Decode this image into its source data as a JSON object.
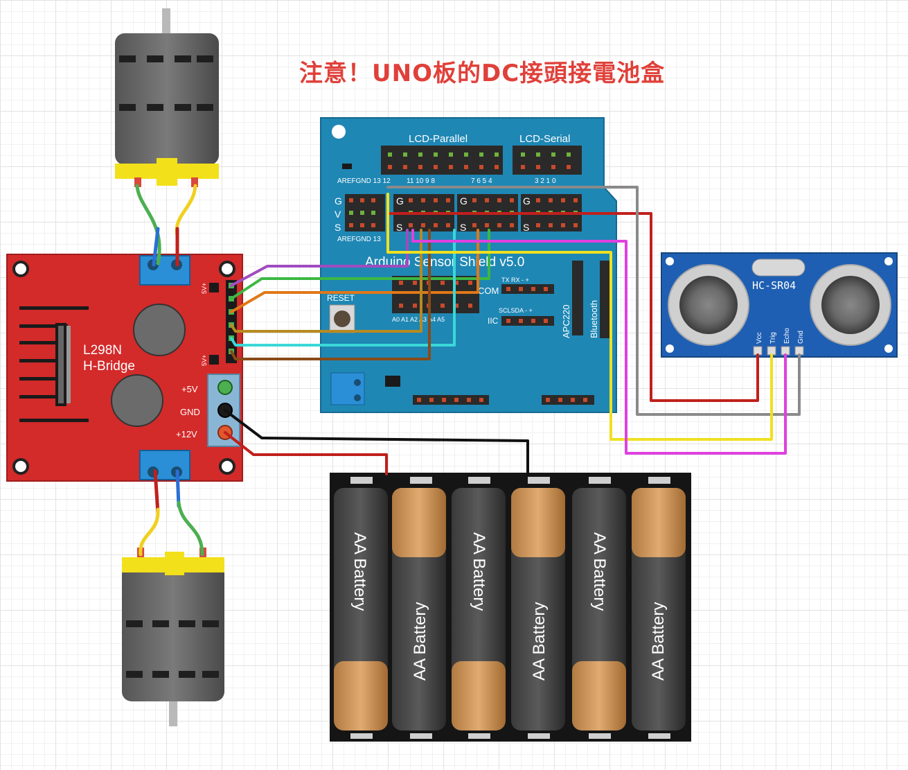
{
  "note": "注意！UNO板的DC接頭接電池盒",
  "shield": {
    "header_lcd_parallel": "LCD-Parallel",
    "header_lcd_serial": "LCD-Serial",
    "pin_numbers_top": "AREFGND 13 12",
    "pin_numbers_mid": "11 10  9  8",
    "pin_numbers_right": "7  6  5  4",
    "pin_numbers_far": "3  2  1  0",
    "row_g": "G",
    "row_v": "V",
    "row_s": "S",
    "aref_bottom": "AREFGND 13",
    "title": "Arduino Sensor Shield v5.0",
    "reset": "RESET",
    "com": "COM",
    "tx_rx": "TX  RX    -    +",
    "sclsda": "SCLSDA  -   +",
    "iic": "IIC",
    "apc220": "APC220",
    "bluetooth": "Bluetooth",
    "analog_pins": "A0  A1  A2  A3  A4  A5"
  },
  "l298n": {
    "name": "L298N",
    "sub": "H-Bridge",
    "label_5v": "+5V",
    "label_gnd": "GND",
    "label_12v": "+12V",
    "label_5v_small": "5V+"
  },
  "sensor": {
    "name": "HC-SR04",
    "pins": [
      "Vcc",
      "Trig",
      "Echo",
      "Gnd"
    ]
  },
  "battery": {
    "label": "AA Battery"
  },
  "colors": {
    "board_red": "#d32a2a",
    "shield_blue": "#1f87b4",
    "sensor_blue": "#1f5fb3",
    "note_red": "#e0403a"
  }
}
